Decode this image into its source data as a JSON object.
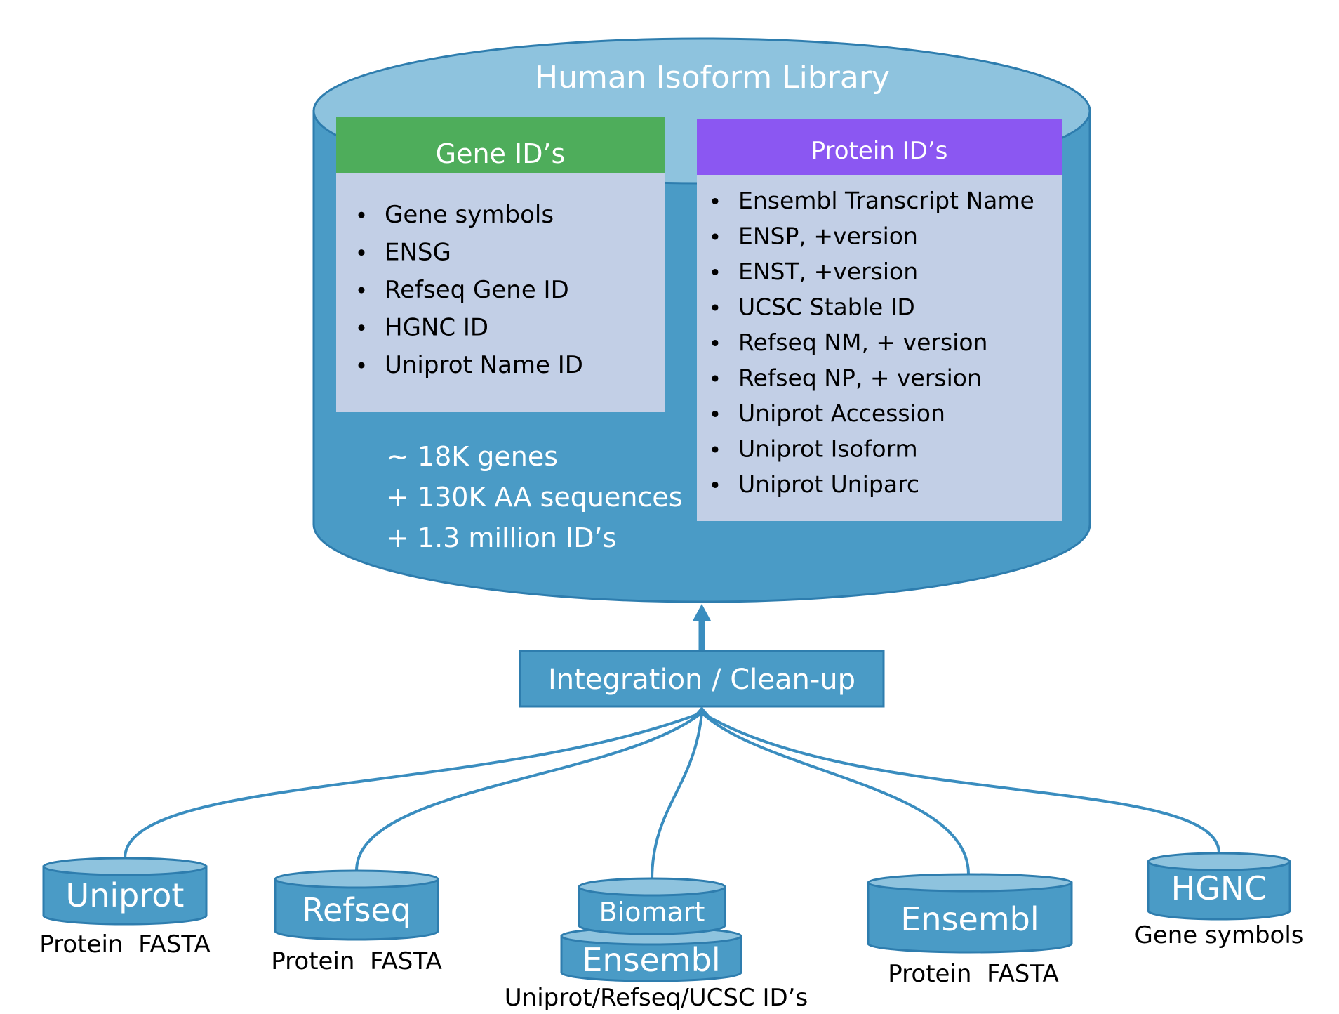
{
  "library": {
    "title": "Human Isoform Library",
    "gene_box": {
      "header": "Gene ID’s",
      "items": [
        "Gene symbols",
        "ENSG",
        "Refseq Gene ID",
        "HGNC ID",
        "Uniprot Name ID"
      ]
    },
    "protein_box": {
      "header": "Protein ID’s",
      "items": [
        "Ensembl Transcript Name",
        "ENSP, +version",
        "ENST, +version",
        "UCSC Stable ID",
        "Refseq NM, + version",
        "Refseq NP, + version",
        "Uniprot Accession",
        "Uniprot Isoform",
        "Uniprot Uniparc"
      ]
    },
    "stats": [
      "~ 18K genes",
      "+ 130K AA sequences",
      "+ 1.3 million ID’s"
    ]
  },
  "integration": {
    "label": "Integration / Clean-up"
  },
  "sources": [
    {
      "name": "Uniprot",
      "caption": "Protein  FASTA"
    },
    {
      "name": "Refseq",
      "caption": "Protein  FASTA"
    },
    {
      "name": "Biomart",
      "name2": "Ensembl",
      "caption": "Uniprot/Refseq/UCSC ID’s"
    },
    {
      "name": "Ensembl",
      "caption": "Protein  FASTA"
    },
    {
      "name": "HGNC",
      "caption": "Gene symbols"
    }
  ],
  "colors": {
    "cylinder_body": "#4A9BC6",
    "cylinder_top": "#8EC3DE",
    "cylinder_stroke": "#2E7DAE",
    "gene_header": "#4EAD5B",
    "protein_header": "#8B57F2",
    "box_fill": "#C2CFE6",
    "connector": "#3A8DBF"
  }
}
